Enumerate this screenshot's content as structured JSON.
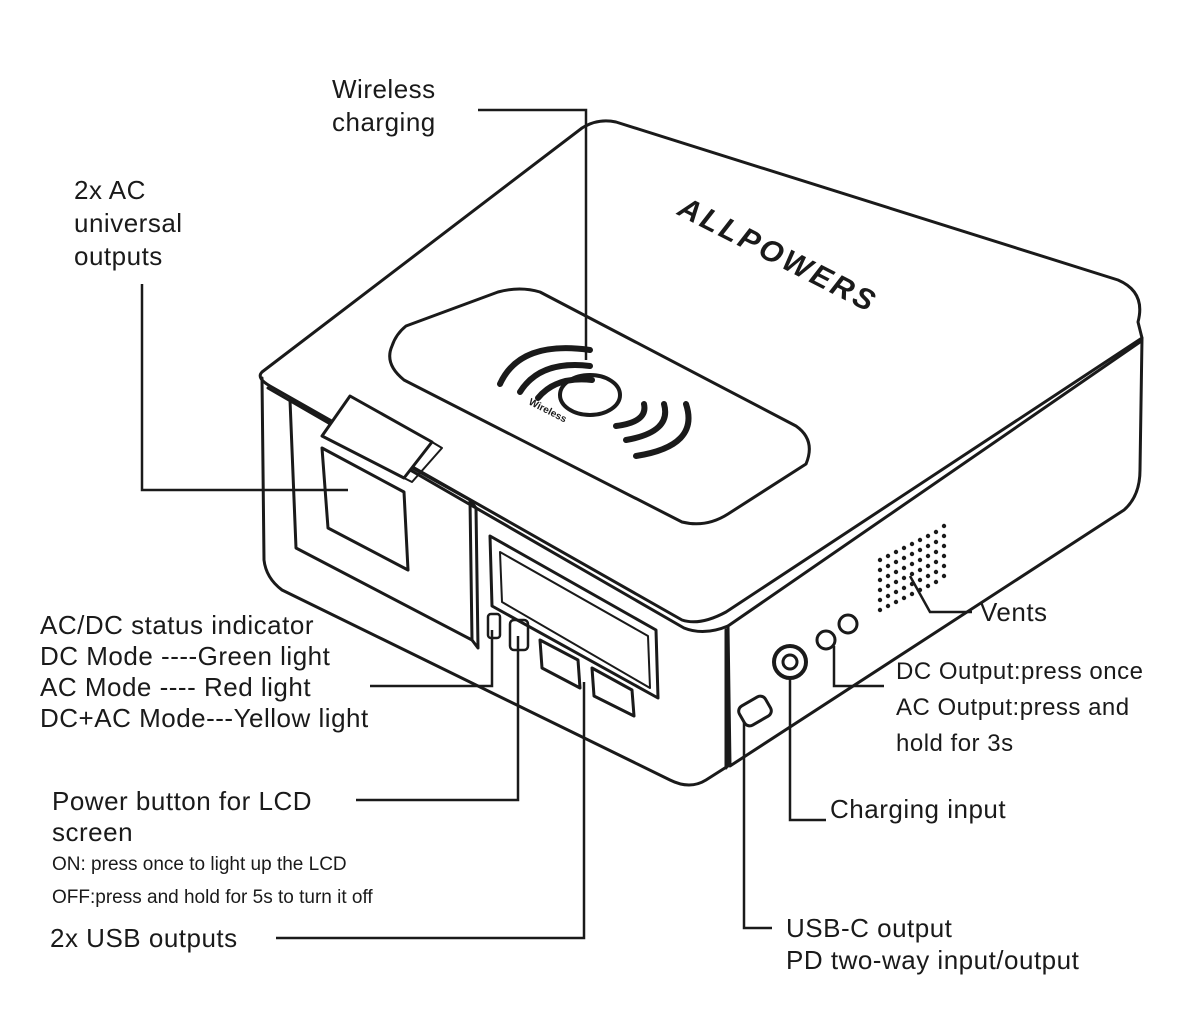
{
  "brand": "ALLPOWERS",
  "wireless_badge": "Wireless",
  "labels": {
    "wireless": [
      "Wireless",
      "charging"
    ],
    "ac_outputs": [
      "2x AC",
      "universal",
      "outputs"
    ],
    "status": [
      "AC/DC status indicator",
      "DC Mode ----Green light",
      "AC Mode ---- Red light",
      "DC+AC Mode---Yellow light"
    ],
    "power": [
      "Power button for LCD",
      "screen"
    ],
    "power_notes": [
      "ON: press once to light up the LCD",
      "OFF:press and hold for 5s to turn it off"
    ],
    "usb": "2x USB outputs",
    "vents": "Vents",
    "dc_ac_output": [
      "DC Output:press once",
      "AC Output:press and",
      "hold for 3s"
    ],
    "charging_input": "Charging input",
    "usbc": [
      "USB-C output",
      "PD two-way input/output"
    ]
  }
}
